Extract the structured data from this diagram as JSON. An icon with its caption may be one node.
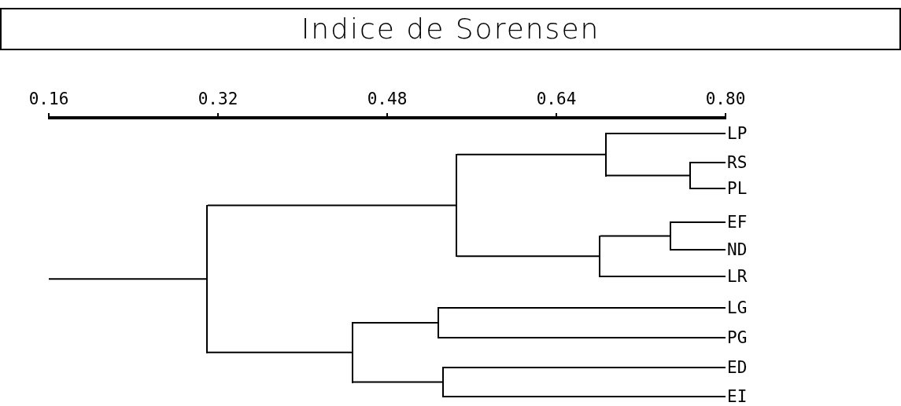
{
  "diagram": {
    "title": "Indice de Sorensen",
    "nodes": [
      {
        "text": [
          "LP"
        ]
      },
      {
        "text": [
          "RS"
        ]
      },
      {
        "text": [
          "PL"
        ]
      },
      {
        "text": [
          "EF"
        ]
      },
      {
        "text": [
          "ND"
        ]
      },
      {
        "text": [
          "LR"
        ]
      },
      {
        "text": [
          "LG"
        ]
      },
      {
        "text": [
          "PG"
        ]
      },
      {
        "text": [
          "ED"
        ]
      },
      {
        "text": [
          "EI"
        ]
      },
      {
        "text": [],
        "shape": "bar"
      },
      {
        "text": [],
        "shape": "bar"
      },
      {
        "text": [],
        "shape": "bar"
      },
      {
        "text": [],
        "shape": "bar"
      },
      {
        "text": [],
        "shape": "bar"
      },
      {
        "text": [],
        "shape": "bar"
      },
      {
        "text": [],
        "shape": "bar"
      },
      {
        "text": [],
        "shape": "bar"
      },
      {
        "text": [],
        "shape": "bar"
      }
    ],
    "edges": [
      {
        "from": 10,
        "to": 14,
        "arrow": "none"
      },
      {
        "from": 10,
        "to": 11,
        "arrow": "none"
      },
      {
        "from": 14,
        "to": 16,
        "arrow": "none"
      },
      {
        "from": 14,
        "to": 15,
        "arrow": "none"
      },
      {
        "from": 16,
        "to": 0,
        "arrow": "none"
      },
      {
        "from": 16,
        "to": 18,
        "arrow": "none"
      },
      {
        "from": 18,
        "to": 1,
        "arrow": "none"
      },
      {
        "from": 18,
        "to": 2,
        "arrow": "none"
      },
      {
        "from": 15,
        "to": 17,
        "arrow": "none"
      },
      {
        "from": 15,
        "to": 5,
        "arrow": "none"
      },
      {
        "from": 17,
        "to": 3,
        "arrow": "none"
      },
      {
        "from": 17,
        "to": 4,
        "arrow": "none"
      },
      {
        "from": 11,
        "to": 12,
        "arrow": "none"
      },
      {
        "from": 11,
        "to": 13,
        "arrow": "none"
      },
      {
        "from": 12,
        "to": 6,
        "arrow": "none"
      },
      {
        "from": 12,
        "to": 7,
        "arrow": "none"
      },
      {
        "from": 13,
        "to": 8,
        "arrow": "none"
      },
      {
        "from": 13,
        "to": 9,
        "arrow": "none"
      },
      {
        "from": null,
        "to": 10,
        "arrow": "none"
      }
    ],
    "labels": [
      "0.16",
      "0.32",
      "0.48",
      "0.64",
      "0.80"
    ]
  }
}
